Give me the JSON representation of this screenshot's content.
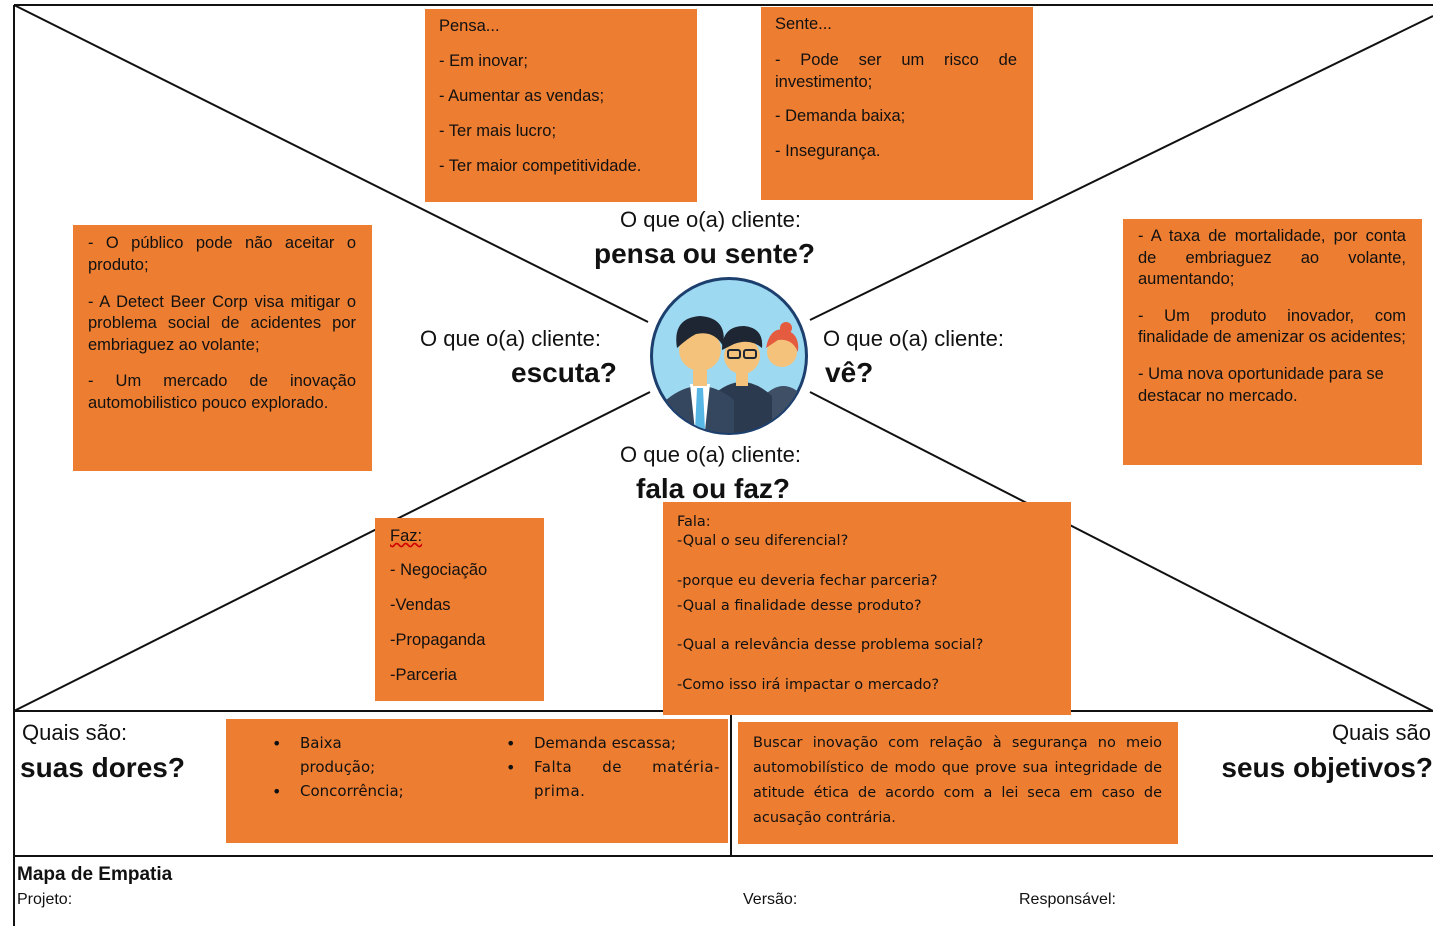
{
  "colors": {
    "note_fill": "#ED7D31",
    "line": "#111111",
    "background": "#ffffff"
  },
  "icons": {
    "center": "customers-group-icon"
  },
  "questions": {
    "top_prefix": "O que o(a) cliente:",
    "top_main": "pensa ou sente?",
    "left_prefix": "O que o(a) cliente:",
    "left_main": "escuta?",
    "right_prefix": "O que o(a) cliente:",
    "right_main": "vê?",
    "bottom_prefix": "O que o(a) cliente:",
    "bottom_main": "fala ou faz?"
  },
  "notes": {
    "pensa": {
      "title": "Pensa...",
      "items": [
        "- Em inovar;",
        "- Aumentar as vendas;",
        "- Ter mais lucro;",
        "- Ter maior competitividade."
      ]
    },
    "sente": {
      "title": "Sente...",
      "items": [
        "- Pode ser um risco de investimento;",
        "- Demanda baixa;",
        "- Insegurança."
      ]
    },
    "escuta": {
      "items": [
        "- O público pode não aceitar o produto;",
        "- A Detect Beer Corp visa mitigar o problema social de acidentes por embriaguez ao volante;",
        "- Um mercado de inovação automobilistico pouco explorado."
      ]
    },
    "ve": {
      "items": [
        "- A taxa de mortalidade, por conta de embriaguez ao volante, aumentando;",
        "- Um produto inovador, com finalidade de amenizar os acidentes;",
        "- Uma nova oportunidade para se destacar no mercado."
      ]
    },
    "faz": {
      "title": "Faz:",
      "items": [
        "- Negociação",
        "-Vendas",
        "-Propaganda",
        "-Parceria"
      ]
    },
    "fala": {
      "title": "Fala:",
      "items": [
        "-Qual o seu diferencial?",
        "-porque eu deveria fechar parceria?",
        "-Qual a finalidade desse produto?",
        "-Qual a relevância desse problema social?",
        "-Como isso irá impactar o mercado?"
      ]
    },
    "dores": {
      "col1": [
        "Baixa produção;",
        "Concorrência;"
      ],
      "col2": [
        "Demanda escassa;",
        "Falta de matéria-prima."
      ]
    },
    "objetivos": {
      "text": "Buscar inovação com relação à segurança no meio automobilístico de modo que prove sua integridade de atitude ética de acordo com a lei seca em caso de acusação contrária."
    }
  },
  "dores_label": {
    "prefix": "Quais são:",
    "main": "suas dores?"
  },
  "objetivos_label": {
    "prefix": "Quais são",
    "main": "seus objetivos?"
  },
  "footer": {
    "title": "Mapa de Empatia",
    "projeto": "Projeto:",
    "versao": "Versão:",
    "responsavel": "Responsável:"
  }
}
